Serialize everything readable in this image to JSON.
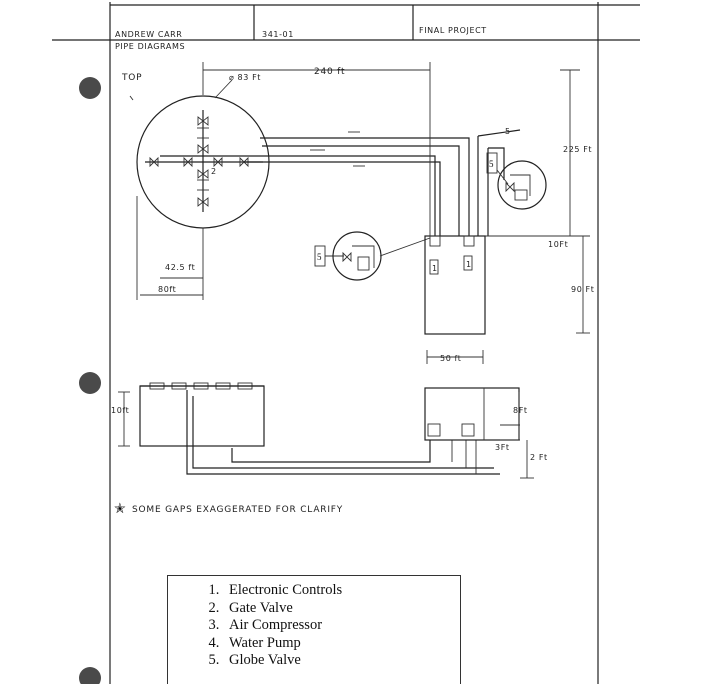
{
  "header": {
    "name": "ANDREW CARR",
    "subtitle": "PIPE DIAGRAMS",
    "course": "341-01",
    "project": "FINAL PROJECT"
  },
  "view_label": "TOP",
  "dimensions": {
    "circle_diameter": "⌀ 83 Ft",
    "top_width": "240 ft",
    "right_height": "225 Ft",
    "offset_10": "10Ft",
    "right_90": "90 Ft",
    "left_425": "42.5 ft",
    "left_80": "80ft",
    "bottom_50": "50 ft",
    "side_10": "10ft",
    "side_8": "8Ft",
    "side_3": "3Ft",
    "side_2": "2 Ft"
  },
  "callouts": [
    "5",
    "5"
  ],
  "node_labels": {
    "top_node": "5",
    "tank_a": "1",
    "tank_b": "1"
  },
  "footnote": "SOME GAPS EXAGGERATED FOR CLARIFY",
  "legend": {
    "items": [
      "Electronic Controls",
      "Gate Valve",
      "Air Compressor",
      "Water Pump",
      "Globe Valve"
    ]
  }
}
